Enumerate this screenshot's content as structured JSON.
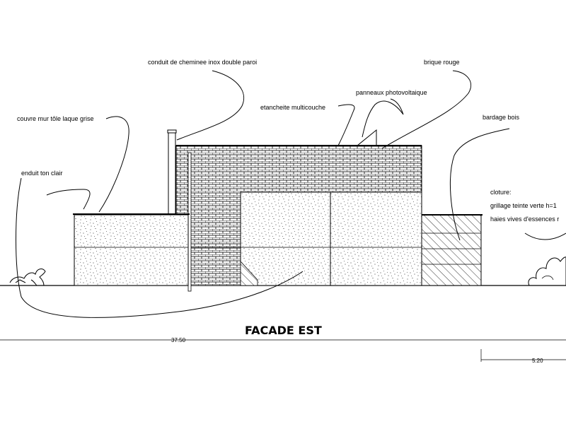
{
  "drawing": {
    "title": "FACADE EST",
    "labels": {
      "chimney": "conduit de cheminee inox double paroi",
      "brick": "brique rouge",
      "pv": "panneaux photovoltaique",
      "waterproofing": "etancheite multicouche",
      "roof_cover": "couvre mur tôle laque grise",
      "cladding": "bardage bois",
      "render": "enduit ton clair",
      "fence_title": "cloture:",
      "fence_line1": "grillage teinte verte h=1",
      "fence_line2": "haies vives d'essences r"
    },
    "dimensions": {
      "total": "37.50",
      "partial": "5.20"
    }
  }
}
